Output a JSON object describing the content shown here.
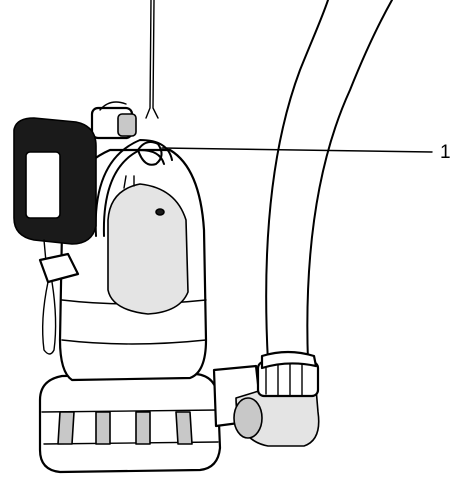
{
  "diagram": {
    "callouts": [
      {
        "number": "1",
        "target": "carry-handle-loop"
      }
    ],
    "colors": {
      "ink": "#000000",
      "paper": "#ffffff",
      "shade": "#c8c8c8",
      "float_switch": "#1a1a1a"
    },
    "icons": [
      "submersible-pump",
      "hose",
      "float-switch",
      "suspension-rope"
    ]
  }
}
